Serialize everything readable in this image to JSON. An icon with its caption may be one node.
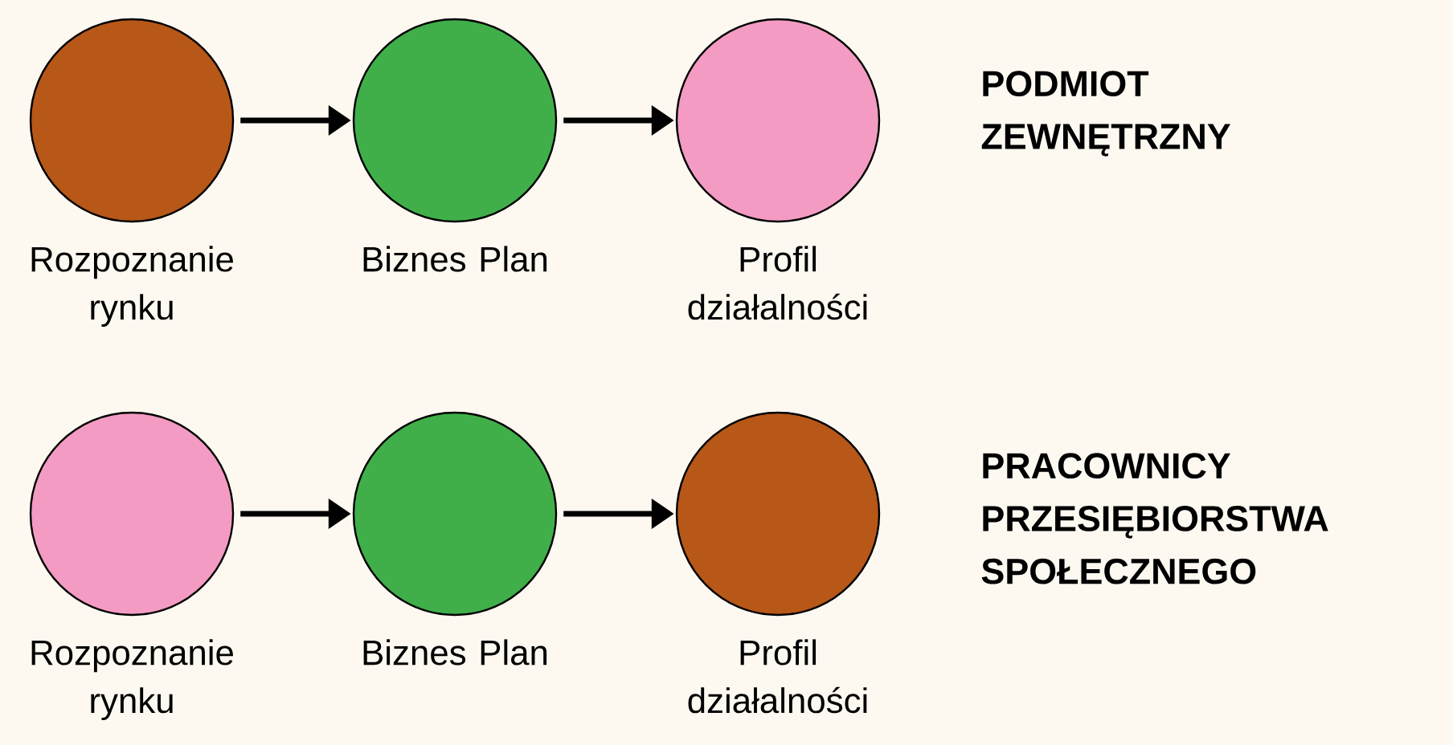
{
  "diagram": {
    "nodes": [
      {
        "text": [],
        "shape": "circle",
        "beside": [
          "Rozpoznanie rynku"
        ]
      },
      {
        "text": [],
        "shape": "circle",
        "beside": [
          "Biznes Plan"
        ]
      },
      {
        "text": [],
        "shape": "circle",
        "beside": [
          "Profil działalności"
        ]
      },
      {
        "text": [],
        "shape": "circle",
        "beside": [
          "Rozpoznanie rynku"
        ]
      },
      {
        "text": [],
        "shape": "circle",
        "beside": [
          "Biznes Plan"
        ]
      },
      {
        "text": [],
        "shape": "circle",
        "beside": [
          "Profil działalności"
        ]
      }
    ],
    "edges": [
      {
        "from": 0,
        "to": 1,
        "arrow": "to"
      },
      {
        "from": 1,
        "to": 2,
        "arrow": "to"
      },
      {
        "from": 3,
        "to": 4,
        "arrow": "to"
      },
      {
        "from": 4,
        "to": 5,
        "arrow": "to"
      }
    ],
    "labels": [
      "PODMIOT ZEWNĘTRZNY",
      "PRACOWNICY PRZESIĘBIORSTWA SPOŁECZNEGO"
    ]
  }
}
